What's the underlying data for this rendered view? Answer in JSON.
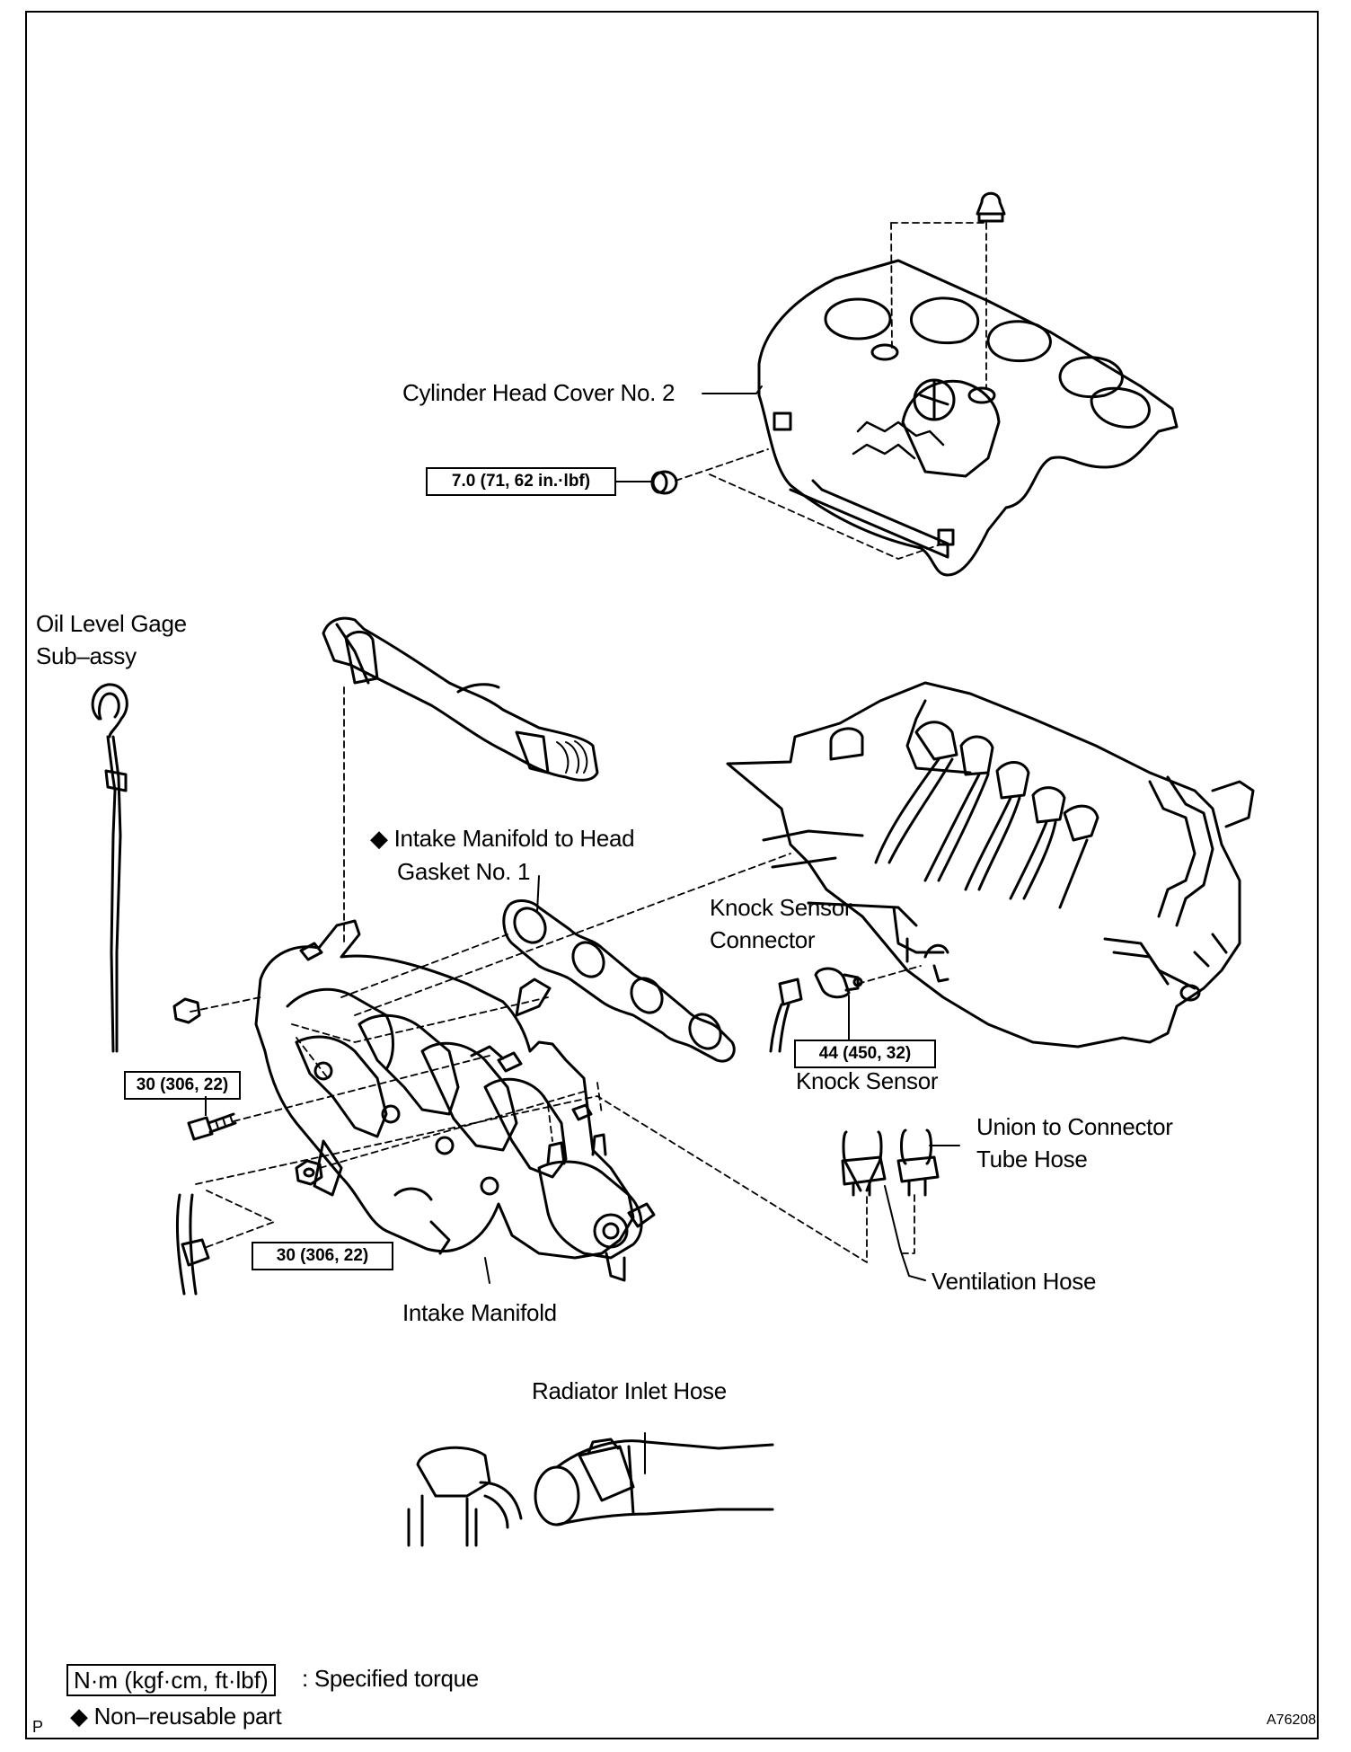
{
  "labels": {
    "cylinder_head_cover": "Cylinder Head Cover No. 2",
    "oil_level_gage_line1": "Oil Level Gage",
    "oil_level_gage_line2": "Sub–assy",
    "gasket_line1": "◆ Intake Manifold to Head",
    "gasket_line2": "Gasket No. 1",
    "knock_connector_line1": "Knock Sensor",
    "knock_connector_line2": "Connector",
    "knock_sensor": "Knock Sensor",
    "union_hose_line1": "Union to Connector",
    "union_hose_line2": "Tube Hose",
    "ventilation_hose": "Ventilation Hose",
    "intake_manifold": "Intake Manifold",
    "radiator_inlet_hose": "Radiator Inlet Hose"
  },
  "torque": {
    "cover_nut": "7.0 (71, 62 in.·lbf)",
    "knock_sensor": "44 (450, 32)",
    "manifold_bolt": "30 (306, 22)",
    "manifold_nut": "30 (306, 22)"
  },
  "legend": {
    "unit_box": "N·m (kgf·cm, ft·lbf)",
    "unit_desc": ": Specified torque",
    "nonreusable": "◆ Non–reusable part"
  },
  "corner": {
    "left": "P",
    "code": "A76208"
  }
}
